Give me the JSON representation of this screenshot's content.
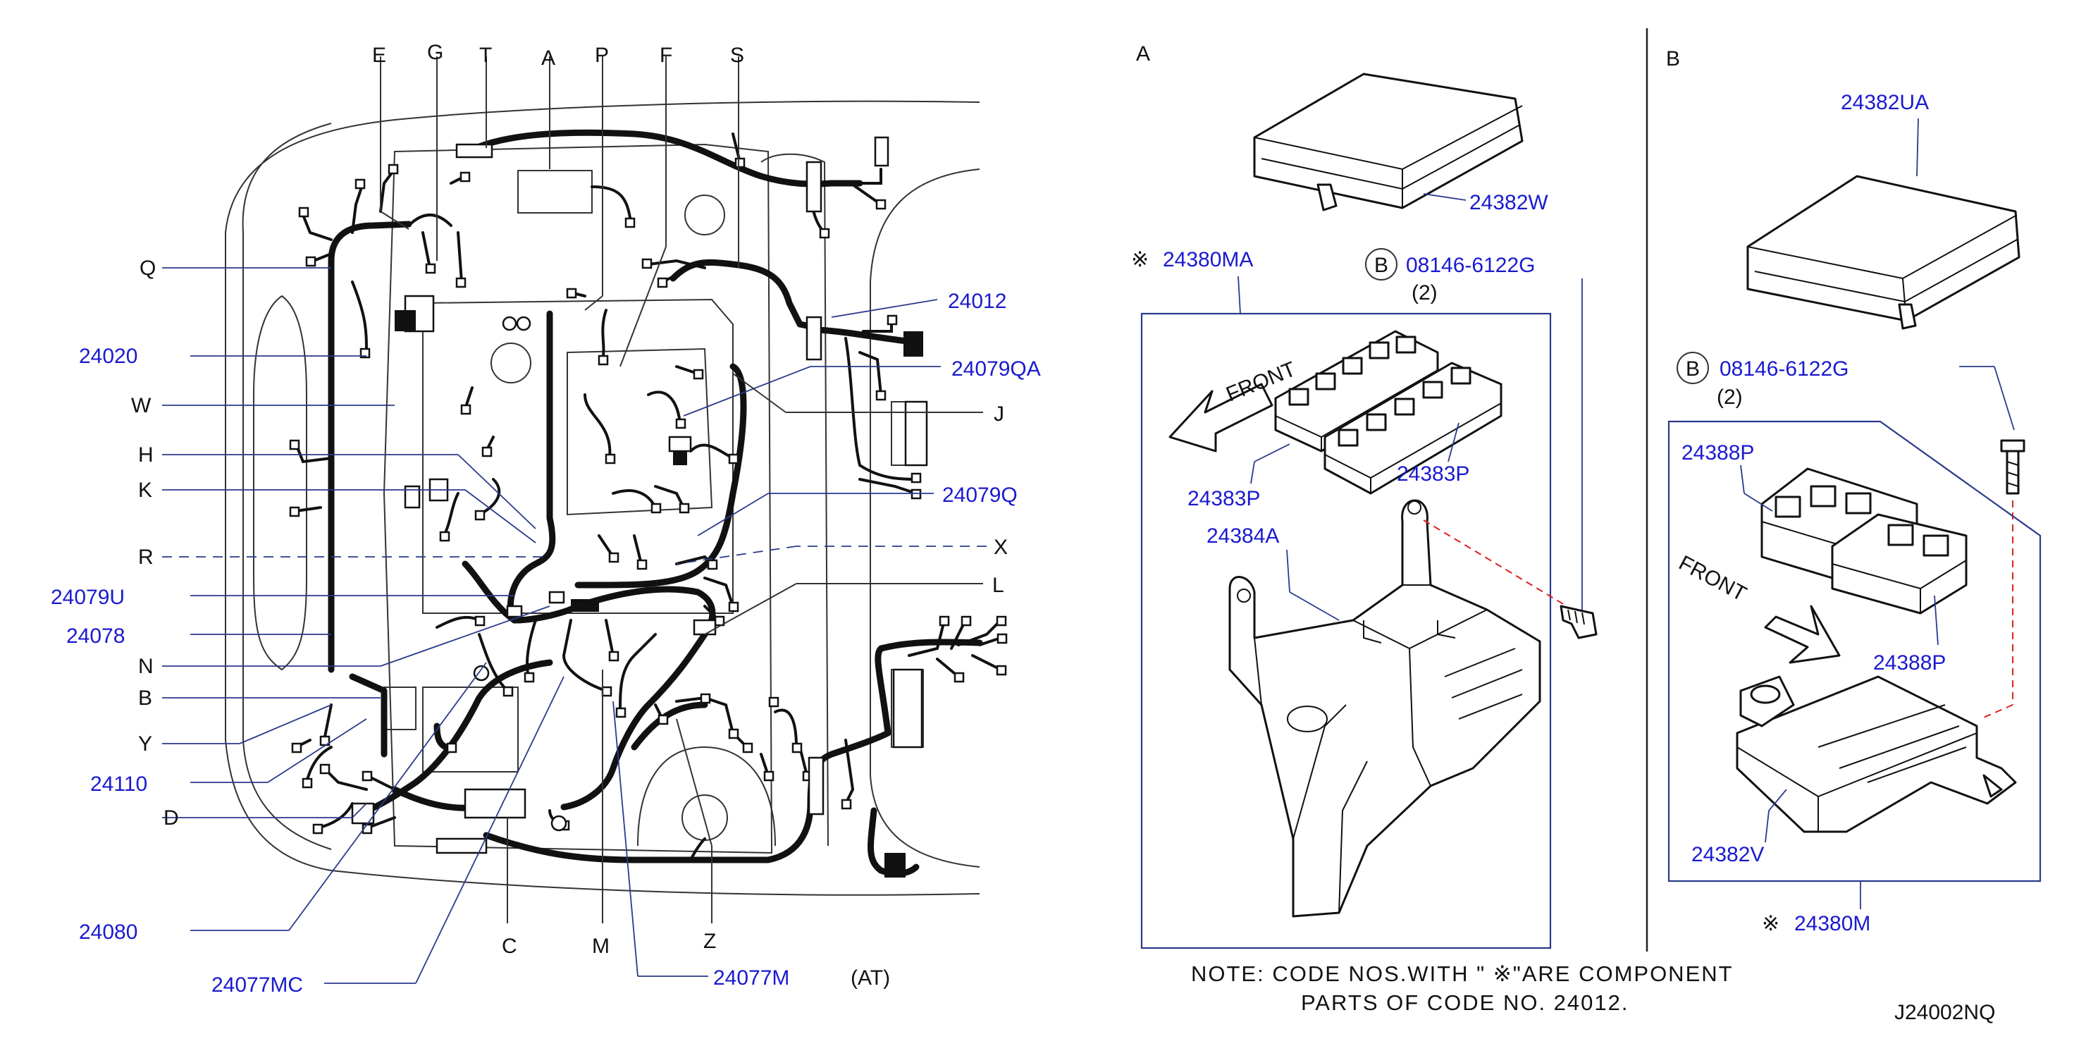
{
  "colors": {
    "label_black": "#111111",
    "label_blue": "#1a1ad0",
    "leader": "#2a3a8a",
    "dashed_red": "#e02020"
  },
  "left_view": {
    "top_letters": [
      "E",
      "G",
      "T",
      "A",
      "P",
      "F",
      "S"
    ],
    "left_letters": {
      "q": "Q",
      "w": "W",
      "h": "H",
      "k": "K",
      "r": "R",
      "n": "N",
      "b": "B",
      "y": "Y",
      "d": "D"
    },
    "left_codes": {
      "c24020": "24020",
      "c24079u": "24079U",
      "c24078": "24078",
      "c24110": "24110",
      "c24080": "24080",
      "c24077mc": "24077MC"
    },
    "right_codes": {
      "c24012": "24012",
      "c24079qa": "24079QA",
      "c24079q": "24079Q"
    },
    "right_letters": {
      "j": "J",
      "x": "X",
      "l": "L"
    },
    "bottom_letters": {
      "c": "C",
      "m": "M",
      "z": "Z"
    },
    "bottom_code": "24077M",
    "at_label": "(AT)"
  },
  "section_a": {
    "title": "A",
    "cover_code": "24382W",
    "kit_mark": "※",
    "kit_code": "24380MA",
    "bolt_circle": "B",
    "bolt_code": "08146-6122G",
    "bolt_qty": "(2)",
    "front_label": "FRONT",
    "relay_code_upper": "24383P",
    "relay_code_lower": "24383P",
    "bracket_code": "24384A"
  },
  "section_b": {
    "title": "B",
    "cover_code": "24382UA",
    "bolt_circle": "B",
    "bolt_code": "08146-6122G",
    "bolt_qty": "(2)",
    "relay_code_upper": "24388P",
    "relay_code_lower": "24388P",
    "front_label": "FRONT",
    "tray_code": "24382V",
    "kit_mark": "※",
    "kit_code": "24380M"
  },
  "note": {
    "line1": "NOTE:  CODE  NOS.WITH  \" ※\"ARE  COMPONENT",
    "line2": "PARTS  OF  CODE  NO.  24012."
  },
  "diagram_id": "J24002NQ"
}
